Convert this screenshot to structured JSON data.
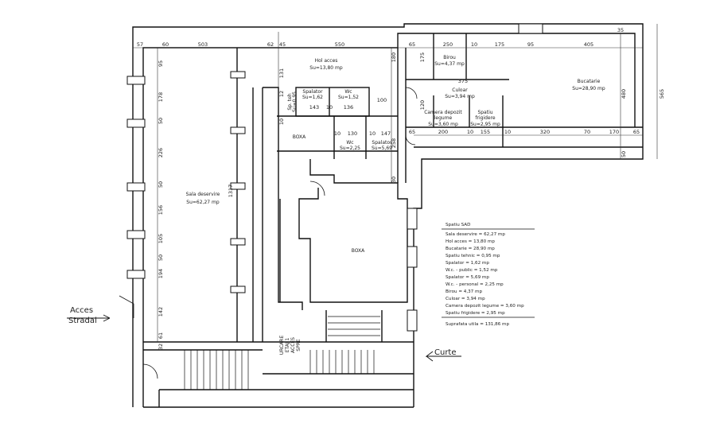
{
  "rooms": {
    "sala": {
      "name": "Sala deservire",
      "area": "Su=62,27 mp"
    },
    "hol": {
      "name": "Hol acces",
      "area": "Su=13,80 mp"
    },
    "birou": {
      "name": "Birou",
      "area": "Su=4,37 mp"
    },
    "bucatarie": {
      "name": "Bucatarie",
      "area": "Su=28,90 mp"
    },
    "culoar": {
      "name": "Culoar",
      "area": "Su=3,94 mp"
    },
    "camera": {
      "name1": "Camera depozit",
      "name2": "legume",
      "area": "Su=3,60 mp"
    },
    "frigidere": {
      "name1": "Spatiu",
      "name2": "frigidere",
      "area": "Su=2,95 mp"
    },
    "spalator1": {
      "name": "Spalator",
      "area": "Su=1,62"
    },
    "wc1": {
      "name": "Wc",
      "area": "Su=1,52"
    },
    "wc2": {
      "name": "Wc",
      "area": "Su=2,25"
    },
    "spalator2": {
      "name": "Spalator",
      "area": "Su=5,69"
    },
    "tehnic": {
      "name": "Sp. teh",
      "area": "Su=0,95"
    },
    "boxa1": "BOXA",
    "boxa2": "BOXA"
  },
  "dims": {
    "top_57": "57",
    "top_60": "60",
    "top_503": "503",
    "top_62": "62",
    "top_45": "45",
    "top_550": "550",
    "top_65a": "65",
    "top_250": "250",
    "top_10": "10",
    "top_175": "175",
    "top_95": "95",
    "top_405": "405",
    "top_35": "35",
    "right_565": "565",
    "right_480": "480",
    "right_50": "50",
    "mid_375": "375",
    "mid_175": "175",
    "mid_180": "180",
    "mid_120": "120",
    "mid_100": "100",
    "bot_65a": "65",
    "bot_200": "200",
    "bot_10a": "10",
    "bot_155": "155",
    "bot_10b": "10",
    "bot_320": "320",
    "bot_70": "70",
    "bot_170": "170",
    "bot_65b": "65",
    "sp_143": "143",
    "sp_10": "10",
    "sp_136": "136",
    "wc_10a": "10",
    "wc_130": "130",
    "wc_10b": "10",
    "wc_147": "147",
    "v_131": "131",
    "v_12": "12",
    "v_10": "10",
    "v_258": "258",
    "v_30": "30",
    "left_95": "95",
    "left_178": "178",
    "left_50a": "50",
    "left_226": "226",
    "left_50b": "50",
    "left_156": "156",
    "left_105": "105",
    "left_50c": "50",
    "left_194": "194",
    "left_142": "142",
    "left_61": "61",
    "left_32": "32",
    "sala_1317": "1317"
  },
  "labels": {
    "acces1": "Acces",
    "acces2": "Stradal",
    "curte": "Curte",
    "urcare1": "URCARE",
    "urcare2": "ETAJ 1",
    "urcare3": "ACCES",
    "urcare4": "SPRE"
  },
  "legend": {
    "title": "Spatiu SAD",
    "items": [
      "Sala deservire = 62,27 mp",
      "Hol acces = 13,80 mp",
      "Bucatarie = 28,90 mp",
      "Spatiu tehnic = 0,95 mp",
      "Spalator = 1,62 mp",
      "W.c. - public = 1,52 mp",
      "Spalator = 5,69 mp",
      "W.c. - personal = 2,25 mp",
      "Birou = 4,37 mp",
      "Culoar = 3,94 mp",
      "Camera depozit legume = 3,60 mp",
      "Spatiu frigidere = 2,95 mp"
    ],
    "total": "Suprafata utila = 131,86 mp"
  }
}
